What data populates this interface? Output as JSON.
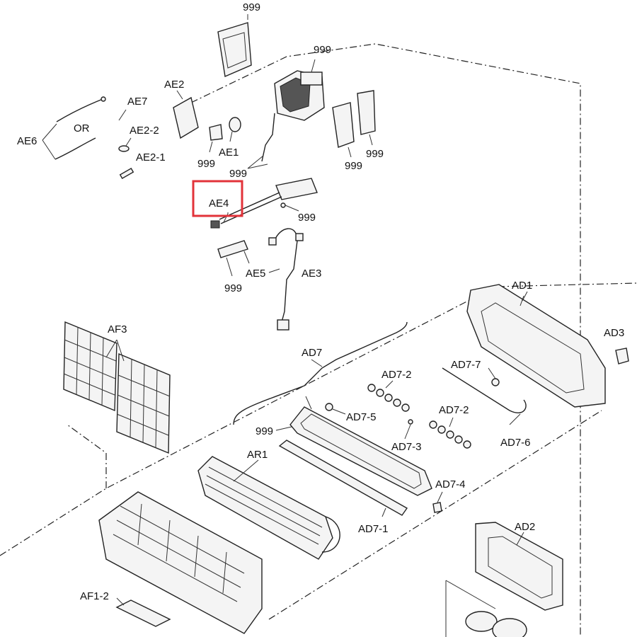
{
  "highlight": {
    "label_ref": "AE4",
    "color": "#e2333a"
  },
  "labels": {
    "top_999": "999",
    "assy_999": "999",
    "ae2": "AE2",
    "ae7": "AE7",
    "or": "OR",
    "ae6": "AE6",
    "ae2_2": "AE2-2",
    "ae2_1": "AE2-1",
    "cover_999": "999",
    "ae1": "AE1",
    "wire_999": "999",
    "pcb_999a": "999",
    "pcb_999b": "999",
    "ae4": "AE4",
    "bar_999": "999",
    "ae3": "AE3",
    "ae5": "AE5",
    "sw_999": "999",
    "ad1": "AD1",
    "ad3": "AD3",
    "af3": "AF3",
    "ad7": "AD7",
    "ad7_2a": "AD7-2",
    "ad7_7": "AD7-7",
    "ad7_5": "AD7-5",
    "ad7_2b": "AD7-2",
    "frame_999": "999",
    "ad7_3": "AD7-3",
    "ad7_6": "AD7-6",
    "ar1": "AR1",
    "ad7_4": "AD7-4",
    "ad7_1": "AD7-1",
    "ad2": "AD2",
    "af1_2": "AF1-2"
  }
}
